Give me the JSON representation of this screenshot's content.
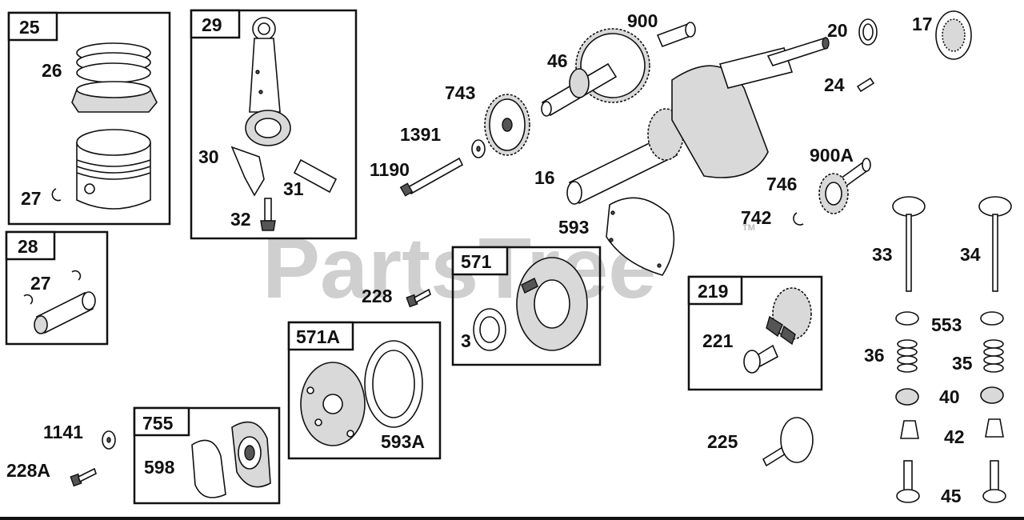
{
  "watermark": {
    "text": "PartsTree",
    "tm": "TM"
  },
  "groups": {
    "g25": "25",
    "g29": "29",
    "g28": "28",
    "g571": "571",
    "g571a": "571A",
    "g755": "755",
    "g219": "219"
  },
  "labels": {
    "l26": "26",
    "l27a": "27",
    "l27b": "27",
    "l30": "30",
    "l31": "31",
    "l32": "32",
    "l900": "900",
    "l46": "46",
    "l743": "743",
    "l1391": "1391",
    "l1190": "1190",
    "l20": "20",
    "l17": "17",
    "l24": "24",
    "l16": "16",
    "l900a": "900A",
    "l746": "746",
    "l742": "742",
    "l593": "593",
    "l228": "228",
    "l3": "3",
    "l593a": "593A",
    "l1141": "1141",
    "l228a": "228A",
    "l598": "598",
    "l221": "221",
    "l225": "225",
    "l33": "33",
    "l34": "34",
    "l553": "553",
    "l36": "36",
    "l35": "35",
    "l40": "40",
    "l42": "42",
    "l45": "45"
  }
}
